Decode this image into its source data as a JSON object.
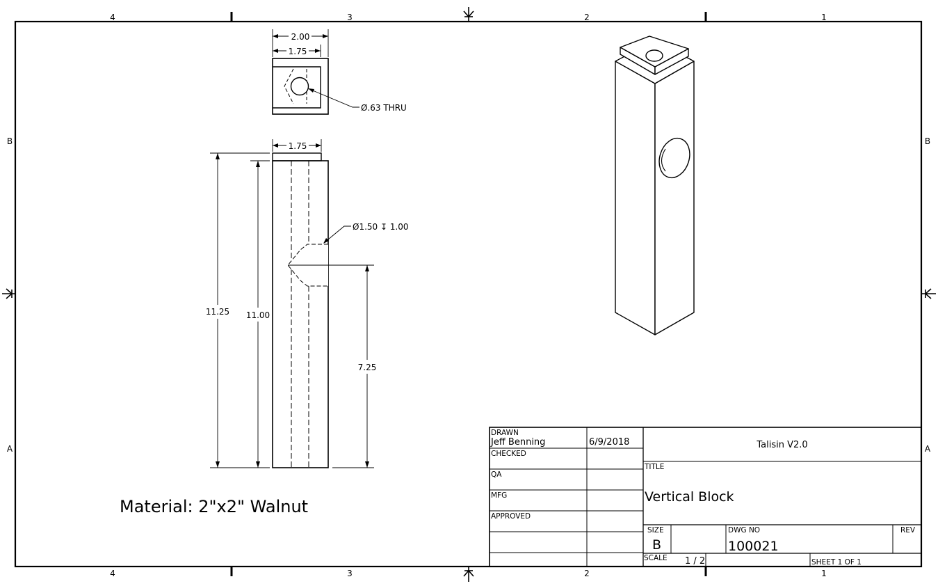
{
  "zones": {
    "columns": [
      "4",
      "3",
      "2",
      "1"
    ],
    "rows": [
      "B",
      "A"
    ]
  },
  "top_view": {
    "width_overall": "2.00",
    "width_inner": "1.75",
    "hole_callout": "Ø.63 THRU"
  },
  "front_view": {
    "top_width": "1.75",
    "height_overall": "11.25",
    "height_body": "11.00",
    "hole_height": "7.25",
    "counterbore_callout": "Ø1.50 ↧ 1.00"
  },
  "material_note": "Material: 2\"x2\" Walnut",
  "title_block": {
    "drawn_label": "DRAWN",
    "drawn_by": "Jeff Benning",
    "drawn_date": "6/9/2018",
    "checked_label": "CHECKED",
    "qa_label": "QA",
    "mfg_label": "MFG",
    "approved_label": "APPROVED",
    "company": "Talisin V2.0",
    "title_label": "TITLE",
    "title": "Vertical Block",
    "size_label": "SIZE",
    "size": "B",
    "dwg_no_label": "DWG NO",
    "dwg_no": "100021",
    "rev_label": "REV",
    "scale_label": "SCALE",
    "scale": "1 / 2",
    "sheet": "SHEET 1  OF 1"
  }
}
